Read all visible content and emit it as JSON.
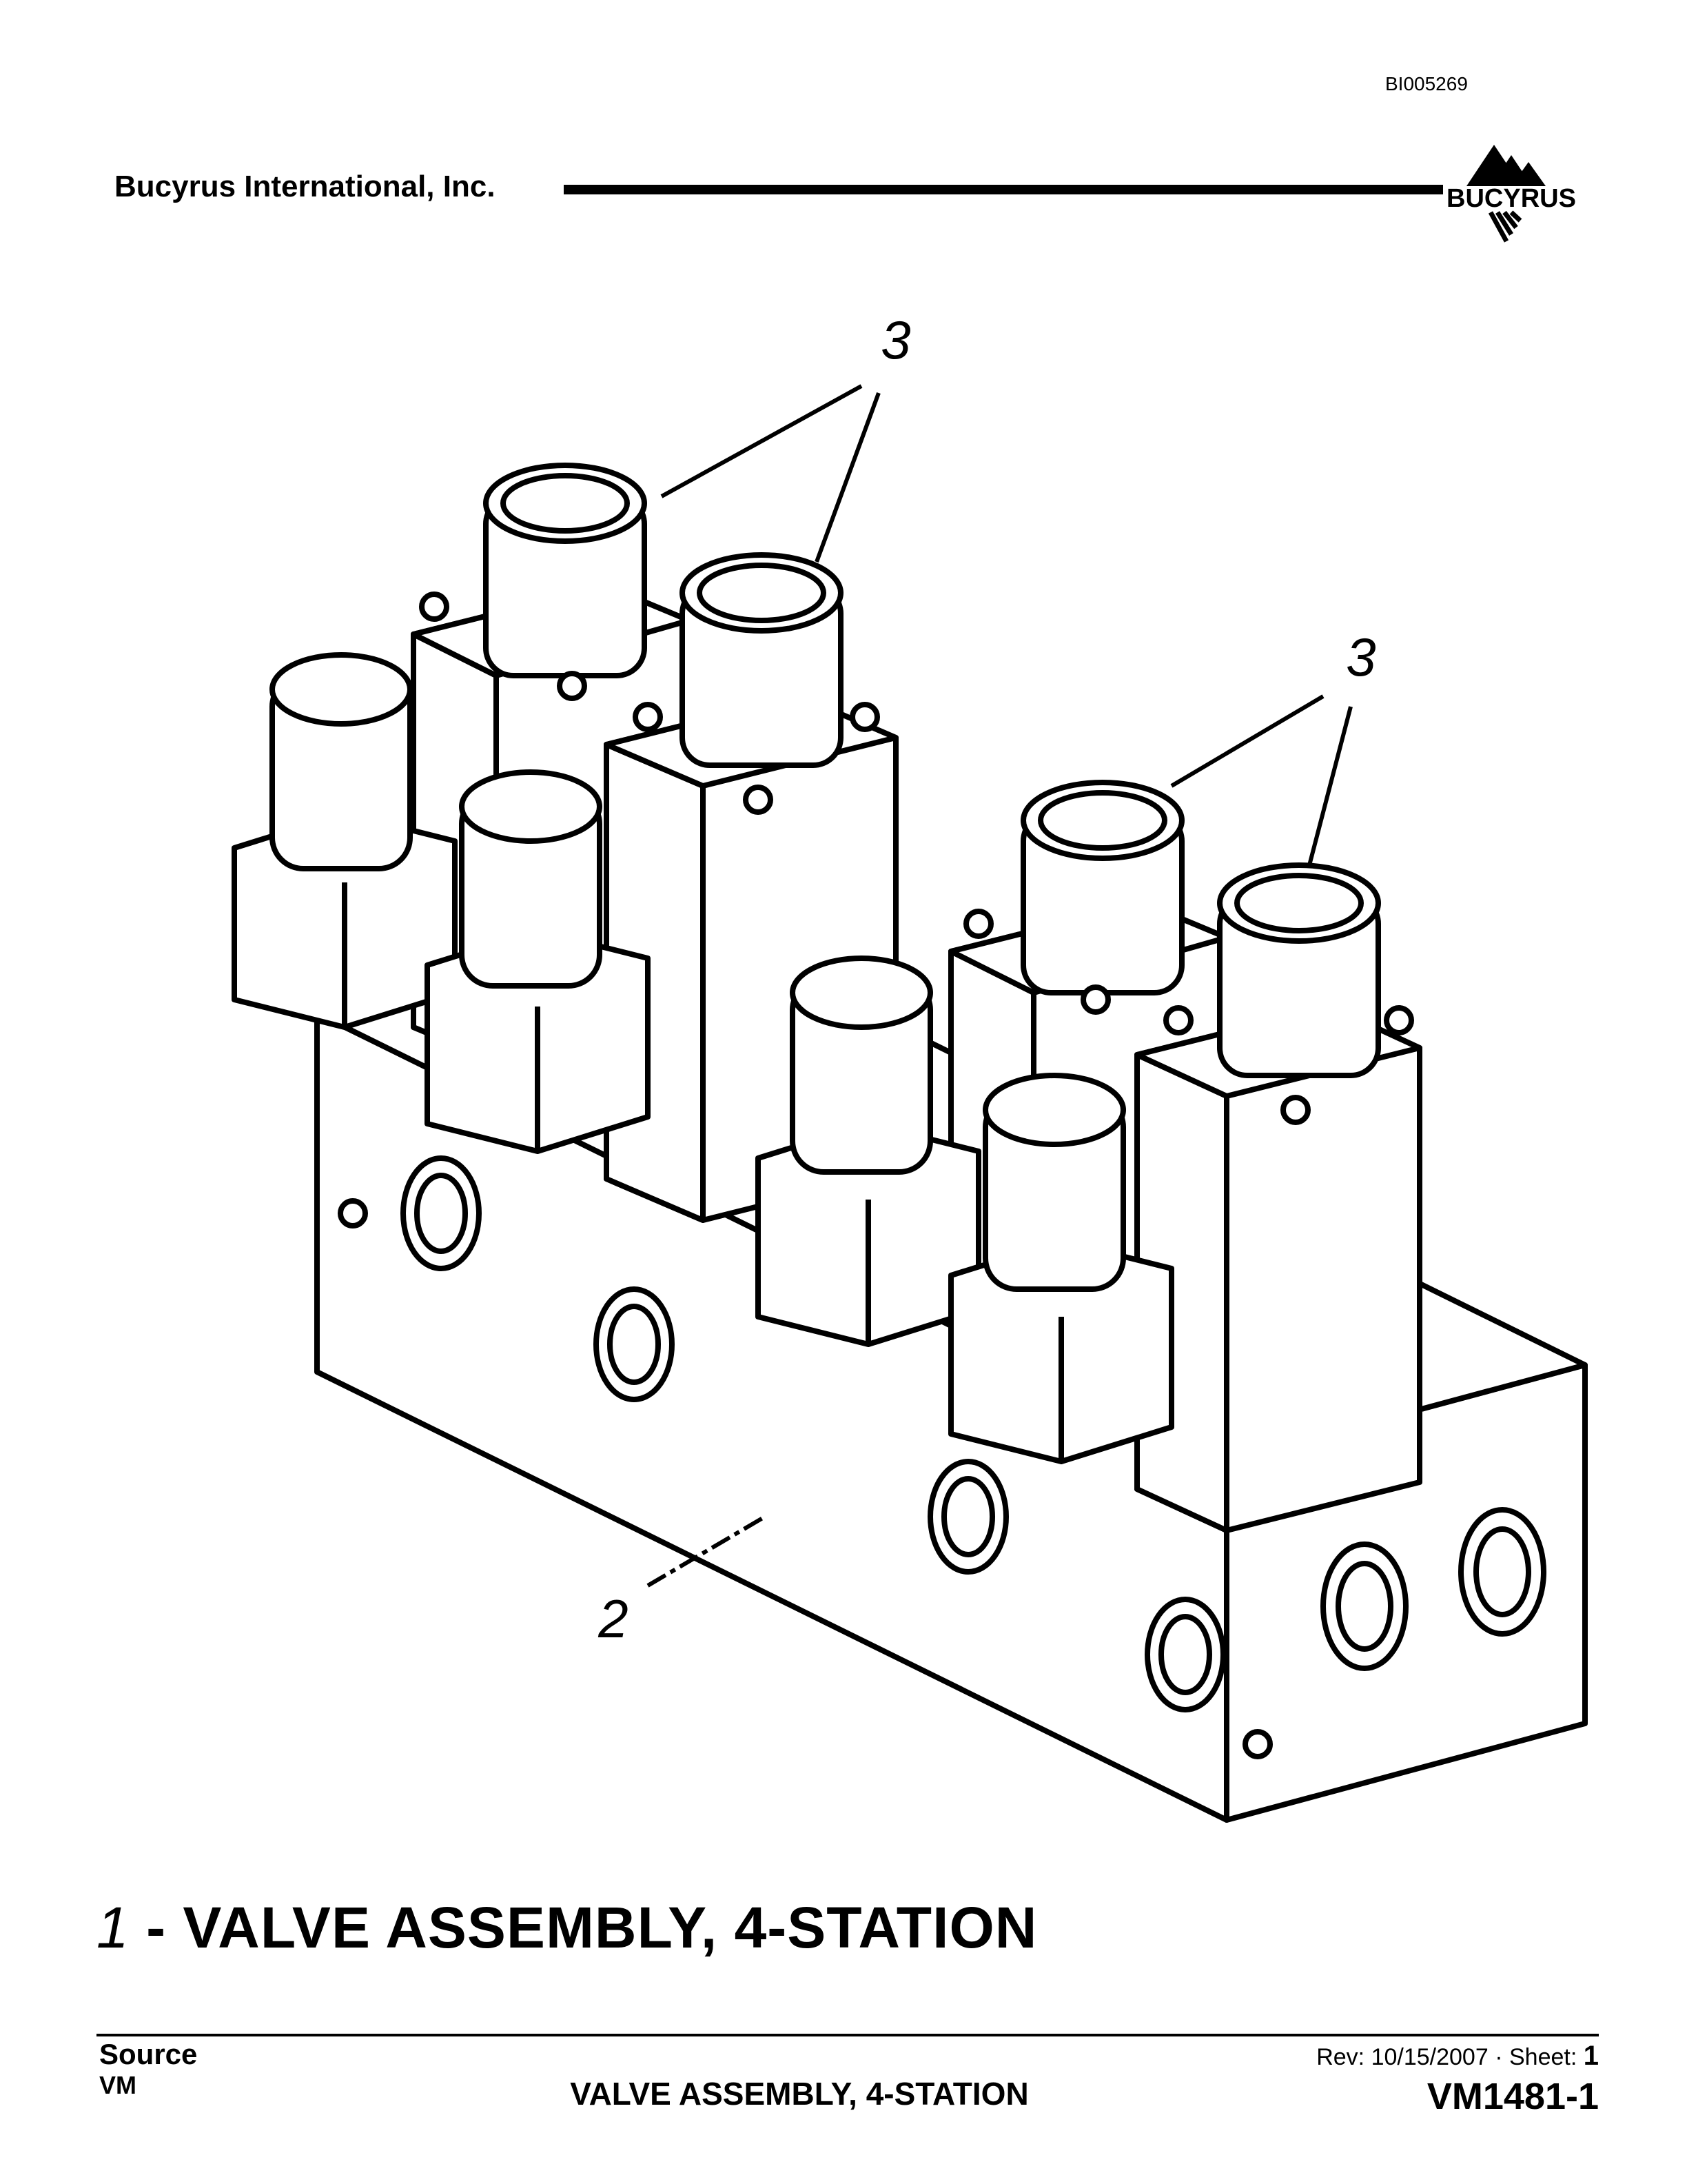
{
  "header": {
    "doc_id": "BI005269",
    "company": "Bucyrus International, Inc.",
    "logo_text": "BUCYRUS"
  },
  "drawing": {
    "callouts": [
      {
        "label": "3"
      },
      {
        "label": "3"
      },
      {
        "label": "2"
      }
    ]
  },
  "title": {
    "number": "1",
    "separator": "-",
    "text": "VALVE ASSEMBLY, 4-STATION"
  },
  "footer": {
    "source_label": "Source",
    "source_value": "VM",
    "center_title": "VALVE ASSEMBLY, 4-STATION",
    "rev_label": "Rev:",
    "rev_date": "10/15/2007",
    "rev_sep": "·",
    "sheet_label": "Sheet:",
    "sheet_number": "1",
    "part_number": "VM1481-1"
  }
}
